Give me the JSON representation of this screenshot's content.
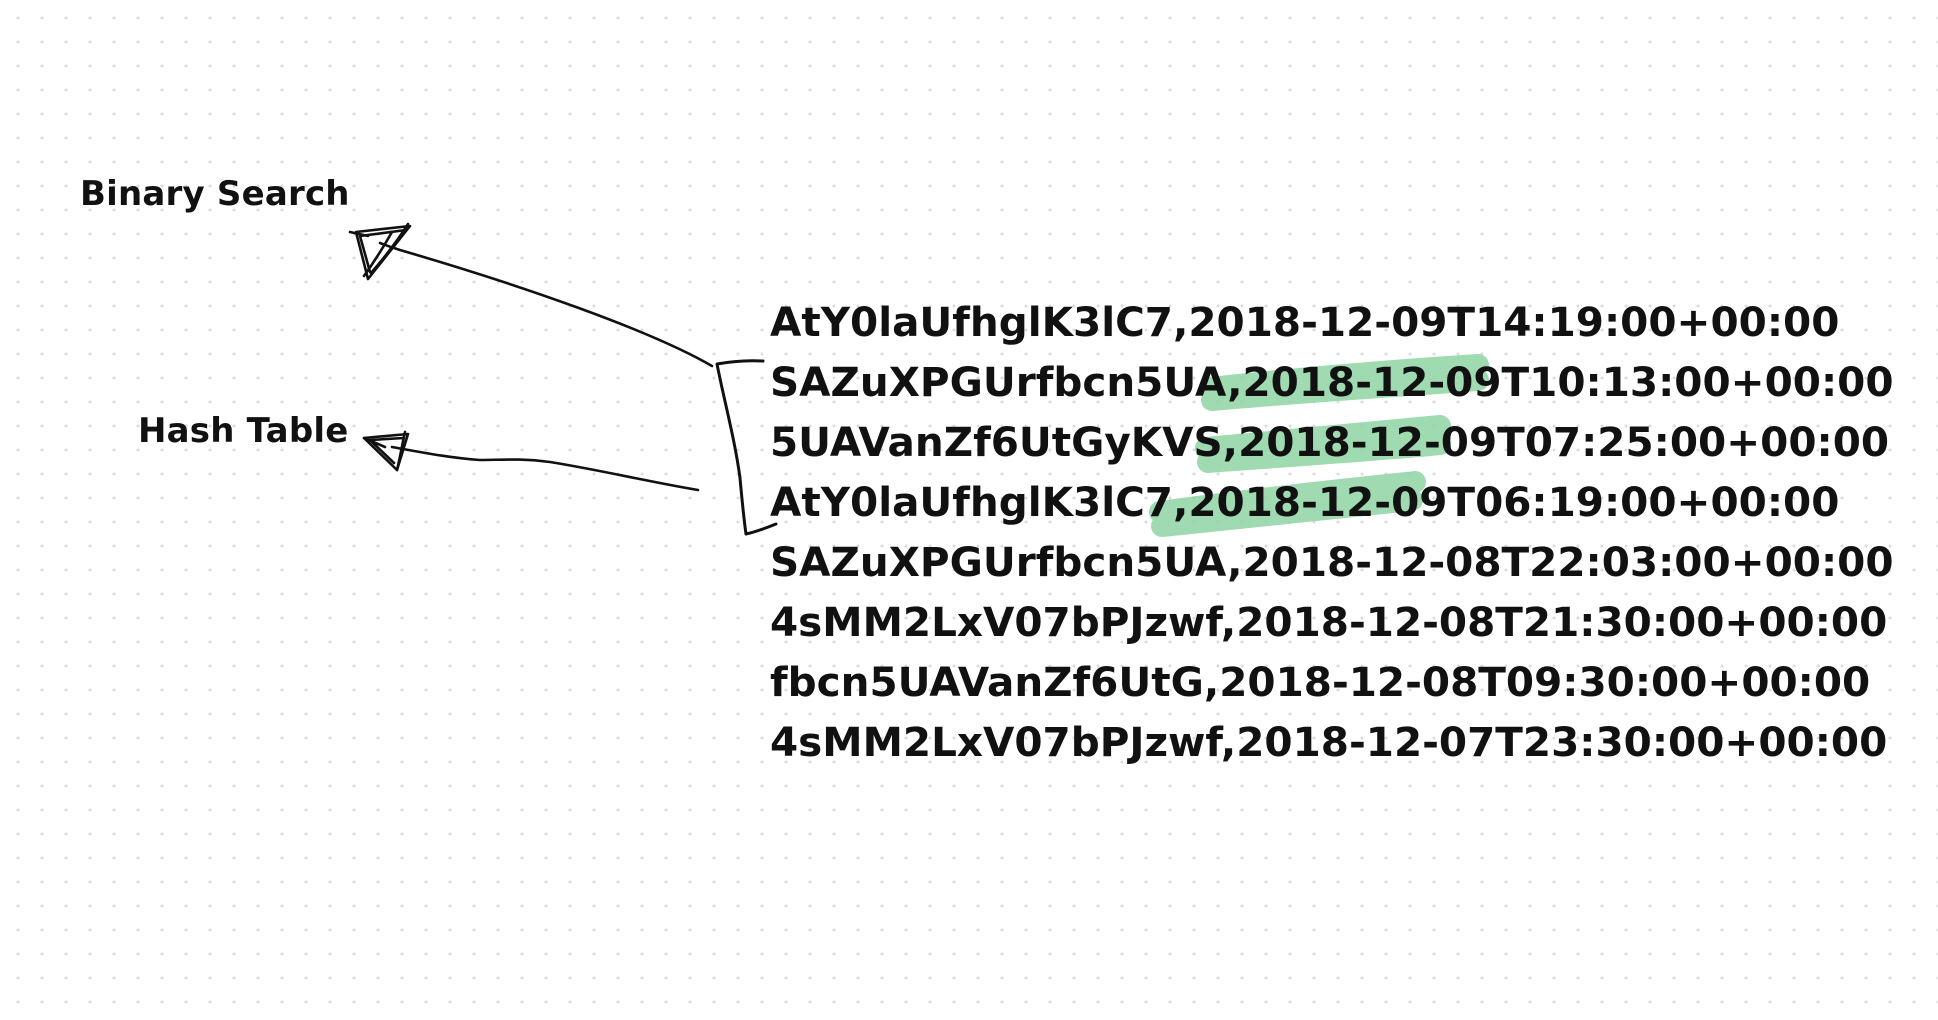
{
  "labels": {
    "binary_search": "Binary Search",
    "hash_table": "Hash Table"
  },
  "records": [
    {
      "id": "AtY0laUfhglK3lC7",
      "sep": ",",
      "datepart": "2018-12-09T",
      "timepart": "14:19:00+00:00",
      "highlighted": false
    },
    {
      "id": "SAZuXPGUrfbcn5UA",
      "sep": ",",
      "datepart": "2018-12-09T",
      "timepart": "10:13:00+00:00",
      "highlighted": true
    },
    {
      "id": "5UAVanZf6UtGyKVS",
      "sep": ",",
      "datepart": "2018-12-09T",
      "timepart": "07:25:00+00:00",
      "highlighted": true
    },
    {
      "id": "AtY0laUfhglK3lC7",
      "sep": ",",
      "datepart": "2018-12-09T",
      "timepart": "06:19:00+00:00",
      "highlighted": true
    },
    {
      "id": "SAZuXPGUrfbcn5UA",
      "sep": ",",
      "datepart": "2018-12-08T",
      "timepart": "22:03:00+00:00",
      "highlighted": false
    },
    {
      "id": "4sMM2LxV07bPJzwf",
      "sep": ",",
      "datepart": "2018-12-08T",
      "timepart": "21:30:00+00:00",
      "highlighted": false
    },
    {
      "id": "fbcn5UAVanZf6UtG",
      "sep": ",",
      "datepart": "2018-12-08T",
      "timepart": "09:30:00+00:00",
      "highlighted": false
    },
    {
      "id": "4sMM2LxV07bPJzwf",
      "sep": ",",
      "datepart": "2018-12-07T",
      "timepart": "23:30:00+00:00",
      "highlighted": false
    }
  ],
  "colors": {
    "ink": "#111111",
    "highlight": "#8fd4a4"
  }
}
